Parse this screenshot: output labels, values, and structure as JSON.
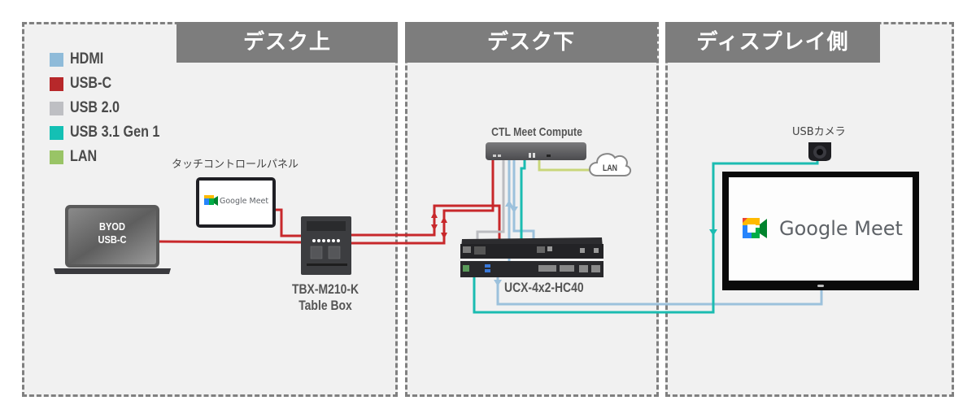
{
  "zones": [
    {
      "id": "desk-top",
      "label": "デスク上"
    },
    {
      "id": "under-desk",
      "label": "デスク下"
    },
    {
      "id": "display-side",
      "label": "ディスプレイ側"
    }
  ],
  "legend": [
    {
      "label": "HDMI",
      "color": "#8fbbd9"
    },
    {
      "label": "USB-C",
      "color": "#b7282a"
    },
    {
      "label": "USB 2.0",
      "color": "#bebfc3"
    },
    {
      "label": "USB 3.1 Gen 1",
      "color": "#14c0b4"
    },
    {
      "label": "LAN",
      "color": "#99c466"
    }
  ],
  "devices": {
    "laptop": {
      "line1": "BYOD",
      "line2": "USB-C"
    },
    "touch_panel": {
      "title": "タッチコントロールパネル",
      "screen_text": "Google Meet"
    },
    "table_box": {
      "line1": "TBX-M210-K",
      "line2": "Table Box"
    },
    "compute": {
      "title": "CTL Meet Compute"
    },
    "lan_cloud": {
      "label": "LAN"
    },
    "switcher": {
      "label": "UCX-4x2-HC40"
    },
    "camera": {
      "title": "USBカメラ"
    },
    "display": {
      "screen_text": "Google Meet"
    }
  }
}
